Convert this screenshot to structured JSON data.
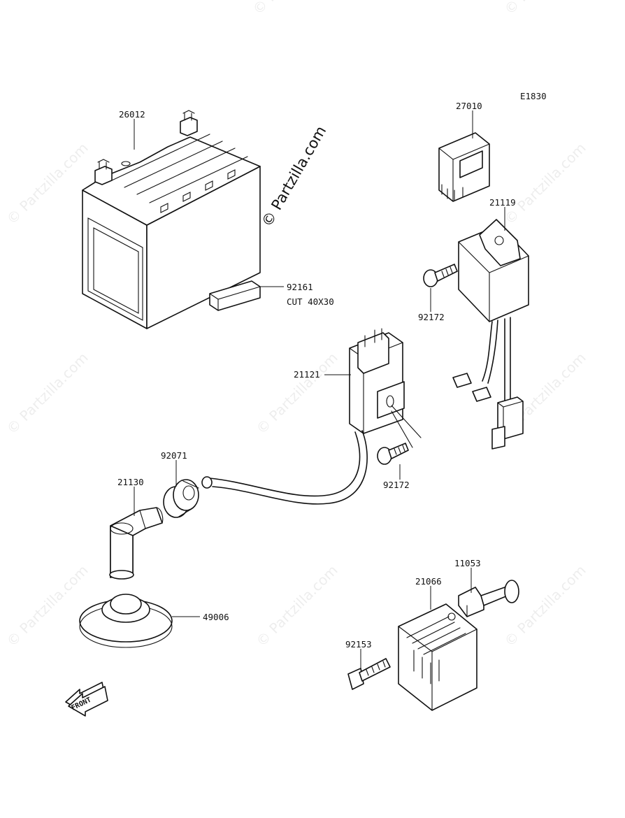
{
  "diagram_code": "E1830",
  "watermark": {
    "main": "© Partzilla.com",
    "tile": "© Partzilla.com"
  },
  "direction_marker": {
    "text": "FRONT"
  },
  "callouts": {
    "p26012": "26012",
    "p27010": "27010",
    "p21119": "21119",
    "p92161": "92161",
    "p92161_note": "CUT 40X30",
    "p92172a": "92172",
    "p21121": "21121",
    "p92172b": "92172",
    "p92071": "92071",
    "p21130": "21130",
    "p49006": "49006",
    "p11053": "11053",
    "p21066": "21066",
    "p92153": "92153"
  },
  "parts": [
    {
      "number": "26012",
      "component": "battery"
    },
    {
      "number": "92161",
      "component": "battery-pad"
    },
    {
      "number": "27010",
      "component": "relay"
    },
    {
      "number": "21119",
      "component": "cdi-unit"
    },
    {
      "number": "92172",
      "component": "screw"
    },
    {
      "number": "21121",
      "component": "ignition-coil"
    },
    {
      "number": "92071",
      "component": "grommet"
    },
    {
      "number": "21130",
      "component": "spark-plug-cap"
    },
    {
      "number": "49006",
      "component": "cap"
    },
    {
      "number": "11053",
      "component": "bracket"
    },
    {
      "number": "21066",
      "component": "regulator-rectifier"
    },
    {
      "number": "92153",
      "component": "bolt"
    }
  ]
}
